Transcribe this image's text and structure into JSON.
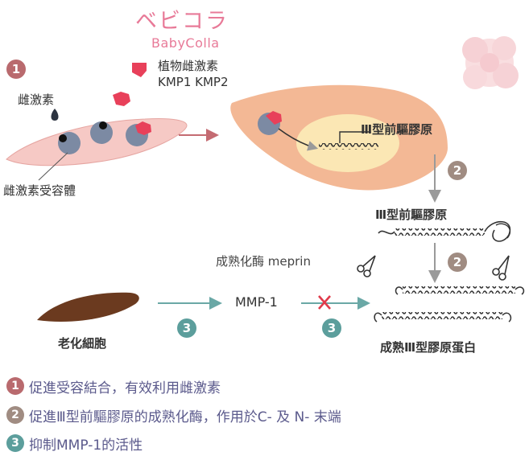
{
  "brand": {
    "name_jp": "ベビコラ",
    "name_en": "BabyColla"
  },
  "labels": {
    "phytoestrogen": "植物雌激素",
    "kmp": "KMP1 KMP2",
    "estrogen": "雌激素",
    "estrogen_receptor": "雌激素受容體",
    "procollagen_iii_a": "Ⅲ型前驅膠原",
    "procollagen_iii_b": "Ⅲ型前驅膠原",
    "meprin": "成熟化酶 meprin",
    "aging_cell": "老化細胞",
    "mmp1": "MMP-1",
    "mature_collagen": "成熟Ⅲ型膠原蛋白"
  },
  "badges": {
    "one": "1",
    "two": "2",
    "three": "3"
  },
  "legend": [
    {
      "num": "1",
      "text": "促進受容結合，有效利用雌激素",
      "color": "#b96a6e"
    },
    {
      "num": "2",
      "text": "促進Ⅲ型前驅膠原的成熟化酶，作用於C- 及 N- 末端",
      "color": "#a08c82"
    },
    {
      "num": "3",
      "text": "抑制MMP-1的活性",
      "color": "#5c9e9c"
    }
  ],
  "colors": {
    "badge1": "#b96a6e",
    "badge2": "#a08c82",
    "badge3": "#5c9e9c",
    "phyto_shape": "#e8405a",
    "cell_pink": "#f6c9c5",
    "fibroblast": "#f3b895",
    "nucleus": "#fbe7b4",
    "aging_cell": "#6b3a1f",
    "receptor": "#7c8aa3",
    "inhibit_x": "#e03a4a"
  }
}
